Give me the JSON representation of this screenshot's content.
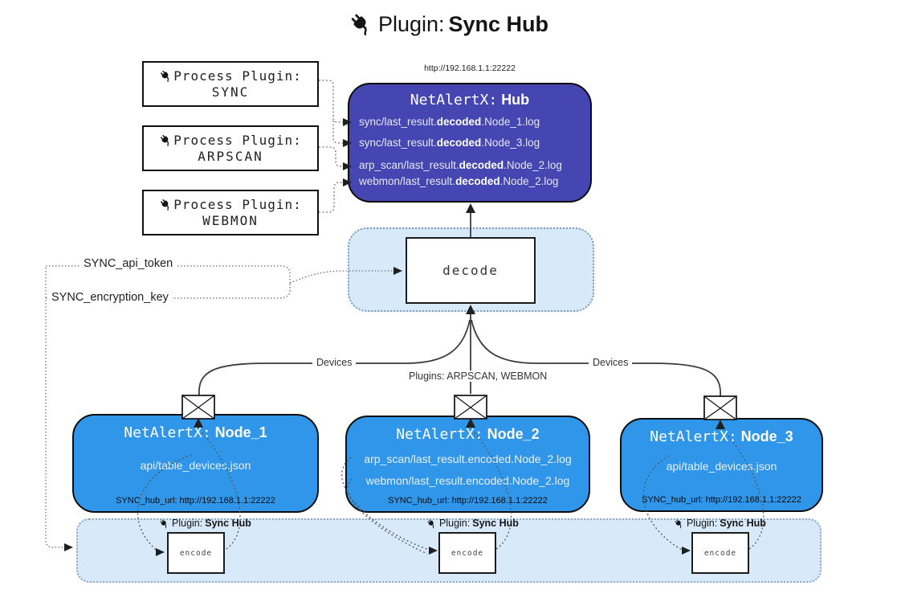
{
  "title": {
    "prefix": "Plugin:",
    "bold": "Sync Hub"
  },
  "hub": {
    "url": "http://192.168.1.1:22222",
    "title_mono": "NetAlertX:",
    "title_bold": "Hub",
    "lines": [
      {
        "pre": "sync/last_result.",
        "bold": "decoded",
        "post": ".Node_1.log"
      },
      {
        "pre": "sync/last_result.",
        "bold": "decoded",
        "post": ".Node_3.log"
      },
      {
        "pre": "arp_scan/last_result.",
        "bold": "decoded",
        "post": ".Node_2.log"
      },
      {
        "pre": "webmon/last_result.",
        "bold": "decoded",
        "post": ".Node_2.log"
      }
    ]
  },
  "process_plugins": [
    {
      "label": "Process Plugin:",
      "name": "SYNC"
    },
    {
      "label": "Process Plugin:",
      "name": "ARPSCAN"
    },
    {
      "label": "Process Plugin:",
      "name": "WEBMON"
    }
  ],
  "decode": {
    "label": "decode"
  },
  "settings": {
    "api_token": "SYNC_api_token",
    "encryption_key": "SYNC_encryption_key"
  },
  "edges": {
    "devices_left": "Devices",
    "devices_right": "Devices",
    "plugins_mid": "Plugins: ARPSCAN, WEBMON"
  },
  "nodes": [
    {
      "title_mono": "NetAlertX:",
      "title_bold": "Node_1",
      "files": [
        "api/table_devices.json"
      ],
      "hub_url": "SYNC_hub_url: http://192.168.1.1:22222"
    },
    {
      "title_mono": "NetAlertX:",
      "title_bold": "Node_2",
      "files": [
        "arp_scan/last_result.encoded.Node_2.log",
        "webmon/last_result.encoded.Node_2.log"
      ],
      "hub_url": "SYNC_hub_url: http://192.168.1.1:22222"
    },
    {
      "title_mono": "NetAlertX:",
      "title_bold": "Node_3",
      "files": [
        "api/table_devices.json"
      ],
      "hub_url": "SYNC_hub_url: http://192.168.1.1:22222"
    }
  ],
  "encode_band": {
    "plugin_label": "Plugin:",
    "plugin_bold": "Sync Hub",
    "encode_label": "encode"
  },
  "colors": {
    "hub_fill": "#4646B2",
    "node_fill": "#2F96E9",
    "band_fill": "#D8E9FA"
  }
}
